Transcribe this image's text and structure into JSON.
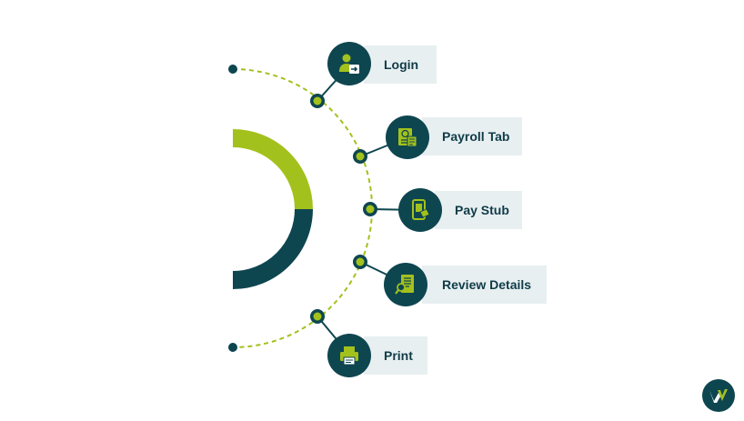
{
  "colors": {
    "dark_teal": "#0e4650",
    "lime": "#a3c11c",
    "label_bg": "#e8eff1",
    "label_text": "#0f3b47"
  },
  "steps": [
    {
      "label": "Login",
      "icon": "user-login-icon"
    },
    {
      "label": "Payroll Tab",
      "icon": "payroll-document-icon"
    },
    {
      "label": "Pay Stub",
      "icon": "mobile-payment-icon"
    },
    {
      "label": "Review Details",
      "icon": "review-document-icon"
    },
    {
      "label": "Print",
      "icon": "printer-icon"
    }
  ],
  "logo": {
    "icon": "brand-logo-icon"
  }
}
